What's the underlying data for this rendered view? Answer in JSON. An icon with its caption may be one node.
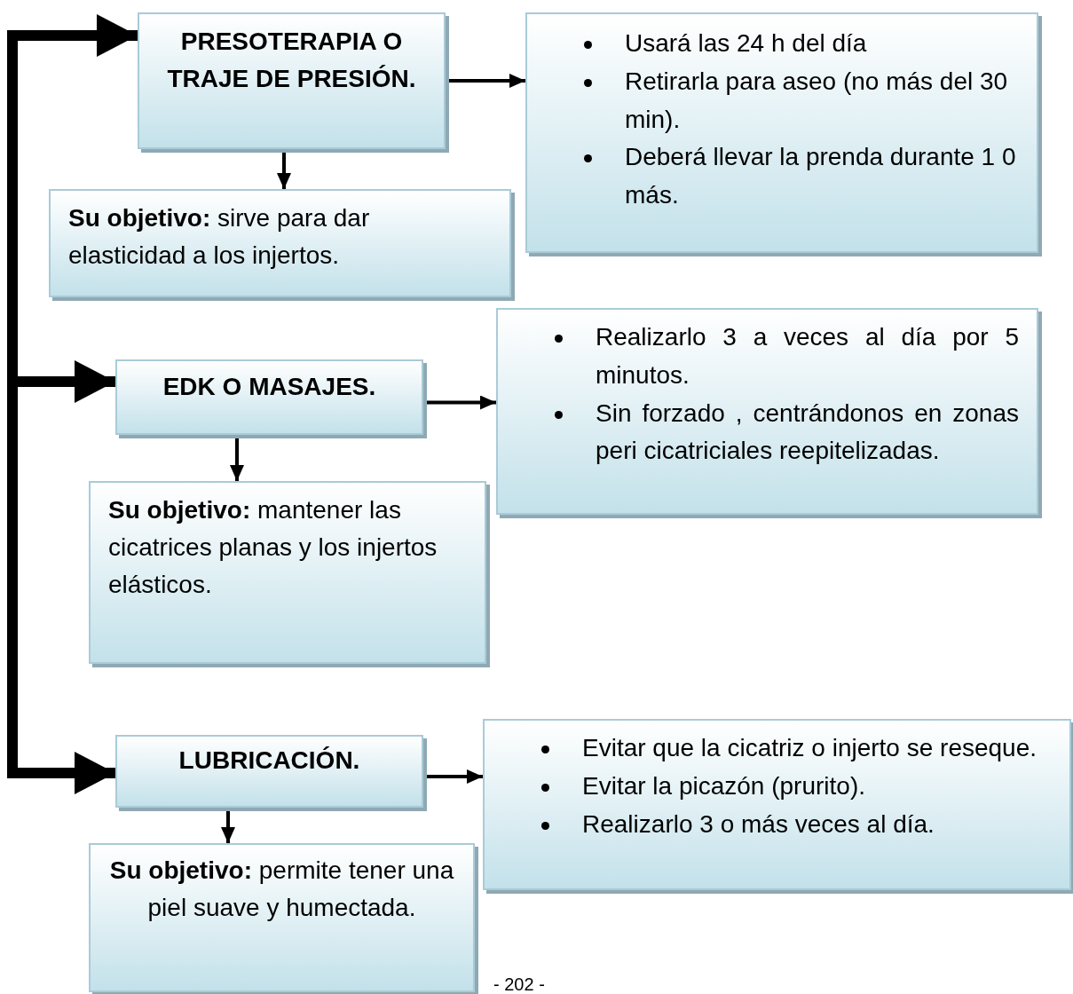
{
  "diagram": {
    "nodes": [
      {
        "text": [
          "PRESOTERAPIA O TRAJE DE PRESIÓN."
        ]
      },
      {
        "text": [
          "Usará las 24 h del día",
          "Retirarla para aseo (no más del 30 min).",
          "Deberá llevar la prenda durante 1 0 más."
        ]
      },
      {
        "text": [
          "**Su objetivo:** sirve para dar elasticidad a los injertos."
        ]
      },
      {
        "text": [
          "EDK O MASAJES."
        ]
      },
      {
        "text": [
          "Realizarlo 3 a veces al día por 5 minutos.",
          "Sin forzado , centrándonos en zonas peri cicatriciales reepitelizadas."
        ]
      },
      {
        "text": [
          "**Su objetivo:** mantener las cicatrices planas y los injertos elásticos."
        ]
      },
      {
        "text": [
          "LUBRICACIÓN."
        ]
      },
      {
        "text": [
          "Evitar que la cicatriz o injerto se reseque.",
          "Evitar la picazón (prurito).",
          "Realizarlo 3 o más veces al día."
        ]
      },
      {
        "text": [
          "**Su objetivo:** permite tener una piel suave y humectada."
        ]
      }
    ],
    "edges": [
      {
        "from": 0,
        "to": 1,
        "arrow": "to"
      },
      {
        "from": 0,
        "to": 2,
        "arrow": "to"
      },
      {
        "from": 3,
        "to": 4,
        "arrow": "to"
      },
      {
        "from": 3,
        "to": 5,
        "arrow": "to"
      },
      {
        "from": 6,
        "to": 7,
        "arrow": "to"
      },
      {
        "from": 6,
        "to": 8,
        "arrow": "to"
      },
      {
        "from": null,
        "to": 0,
        "arrow": "to",
        "style": "thick"
      },
      {
        "from": null,
        "to": 3,
        "arrow": "to",
        "style": "thick"
      },
      {
        "from": null,
        "to": 6,
        "arrow": "to",
        "style": "thick"
      }
    ],
    "labels": [
      "- 202 -"
    ]
  }
}
